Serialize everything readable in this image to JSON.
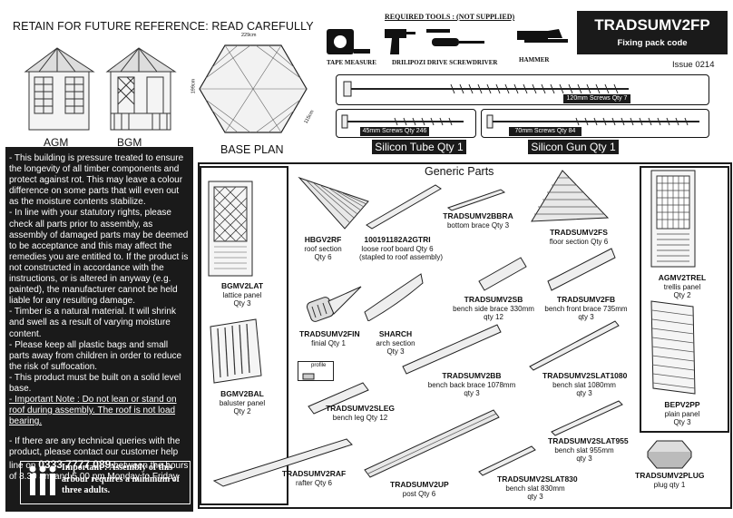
{
  "header": {
    "retain_notice": "RETAIN FOR FUTURE REFERENCE: READ CAREFULLY",
    "required_tools_title": "REQUIRED TOOLS : (NOT SUPPLIED)",
    "tools": [
      {
        "label": "TAPE MEASURE",
        "icon": "tape-measure-icon"
      },
      {
        "label": "DRILL",
        "icon": "drill-icon"
      },
      {
        "label": "POZI DRIVE SCREWDRIVER",
        "icon": "screwdriver-icon"
      },
      {
        "label": "HAMMER",
        "icon": "hammer-icon"
      }
    ],
    "product_code": "TRADSUMV2FP",
    "product_subtitle": "Fixing pack code",
    "issue": "Issue 0214"
  },
  "models": [
    {
      "label": "AGM"
    },
    {
      "label": "BGM"
    }
  ],
  "base_plan": {
    "label": "BASE PLAN",
    "dim_width": "229cm",
    "dim_height": "199cm",
    "dim_side": "115cm"
  },
  "fixings": {
    "screw_120": "120mm Screws Qty 7",
    "screw_45": "45mm Screws Qty 246",
    "screw_70": "70mm Screws Qty 84",
    "silicon_tube": "Silicon Tube Qty 1",
    "silicon_gun": "Silicon Gun Qty 1"
  },
  "notes": {
    "p1": "- This building is pressure treated to ensure the longevity of all timber components and protect against rot. This may leave a colour difference on some parts that will even out as the moisture contents stabilize.",
    "p2": "- In line with your statutory rights, please check all parts prior to assembly, as assembly of damaged parts may be deemed to be acceptance and this may affect the remedies you are entitled to. If the product is not constructed in accordance with the instructions, or is altered in anyway (e.g. painted), the manufacturer cannot be held liable for any resulting damage.",
    "p3": "- Timber is a natural material.  It will shrink and swell as a result of varying moisture content.",
    "p4": "- Please keep all plastic bags and small parts away from children in order to reduce the risk of suffocation.",
    "p5": "- This product must be built on a solid level base.",
    "p6": "- Important Note :  Do not lean or stand on roof during assembly.  The roof is not load bearing.",
    "p7a": "- If there are any technical queries with the product, please contact our customer help line on ",
    "phone": "0333 7777 089",
    "p7b": " between the hours of 8.30 am and 5.00 pm  Monday to Friday.",
    "adults": "Important : Assembly of this arbour requires a minimum of three adults."
  },
  "parts_title": "Generic Parts",
  "parts": {
    "bgmv2lat": {
      "code": "BGMV2LAT",
      "desc": "lattice panel",
      "qty": "Qty 3"
    },
    "bgmv2bal": {
      "code": "BGMV2BAL",
      "desc": "baluster panel",
      "qty": "Qty 2"
    },
    "agmv2trel": {
      "code": "AGMV2TREL",
      "desc": "trellis panel",
      "qty": "Qty 2"
    },
    "bepv2pp": {
      "code": "BEPV2PP",
      "desc": "plain panel",
      "qty": "Qty 3"
    },
    "hbgv2rf": {
      "code": "HBGV2RF",
      "desc": "roof section",
      "qty": "Qty 6"
    },
    "loose_roof": {
      "code": "100191182A2GTRI",
      "desc": "loose roof board Qty 6",
      "qty": "(stapled to roof assembly)"
    },
    "bottom_brace": {
      "code": "TRADSUMV2BBRA",
      "desc": "bottom  brace Qty 3"
    },
    "floor": {
      "code": "TRADSUMV2FS",
      "desc": "floor section Qty 6"
    },
    "side_brace": {
      "code": "TRADSUMV2SB",
      "desc": "bench side brace 330mm",
      "qty": "qty 12"
    },
    "front_brace": {
      "code": "TRADSUMV2FB",
      "desc": "bench front brace 735mm",
      "qty": "qty 3"
    },
    "finial": {
      "code": "TRADSUMV2FIN",
      "desc": "finial Qty 1"
    },
    "arch": {
      "code": "SHARCH",
      "desc": "arch section",
      "qty": "Qty 3"
    },
    "back_brace": {
      "code": "TRADSUMV2BB",
      "desc": "bench back brace 1078mm",
      "qty": "qty 3"
    },
    "slat1080": {
      "code": "TRADSUMV2SLAT1080",
      "desc": "bench slat 1080mm",
      "qty": "qty 3"
    },
    "profile_label": "profile",
    "leg": {
      "code": "TRADSUMV2SLEG",
      "desc": "bench leg  Qty 12"
    },
    "slat955": {
      "code": "TRADSUMV2SLAT955",
      "desc": "bench slat 955mm",
      "qty": "qty 3"
    },
    "rafter": {
      "code": "TRADSUMV2RAF",
      "desc": "rafter  Qty 6"
    },
    "post": {
      "code": "TRADSUMV2UP",
      "desc": "post Qty 6"
    },
    "slat830": {
      "code": "TRADSUMV2SLAT830",
      "desc": "bench slat 830mm",
      "qty": "qty 3"
    },
    "plug": {
      "code": "TRADSUMV2PLUG",
      "desc": "plug qty 1"
    }
  }
}
